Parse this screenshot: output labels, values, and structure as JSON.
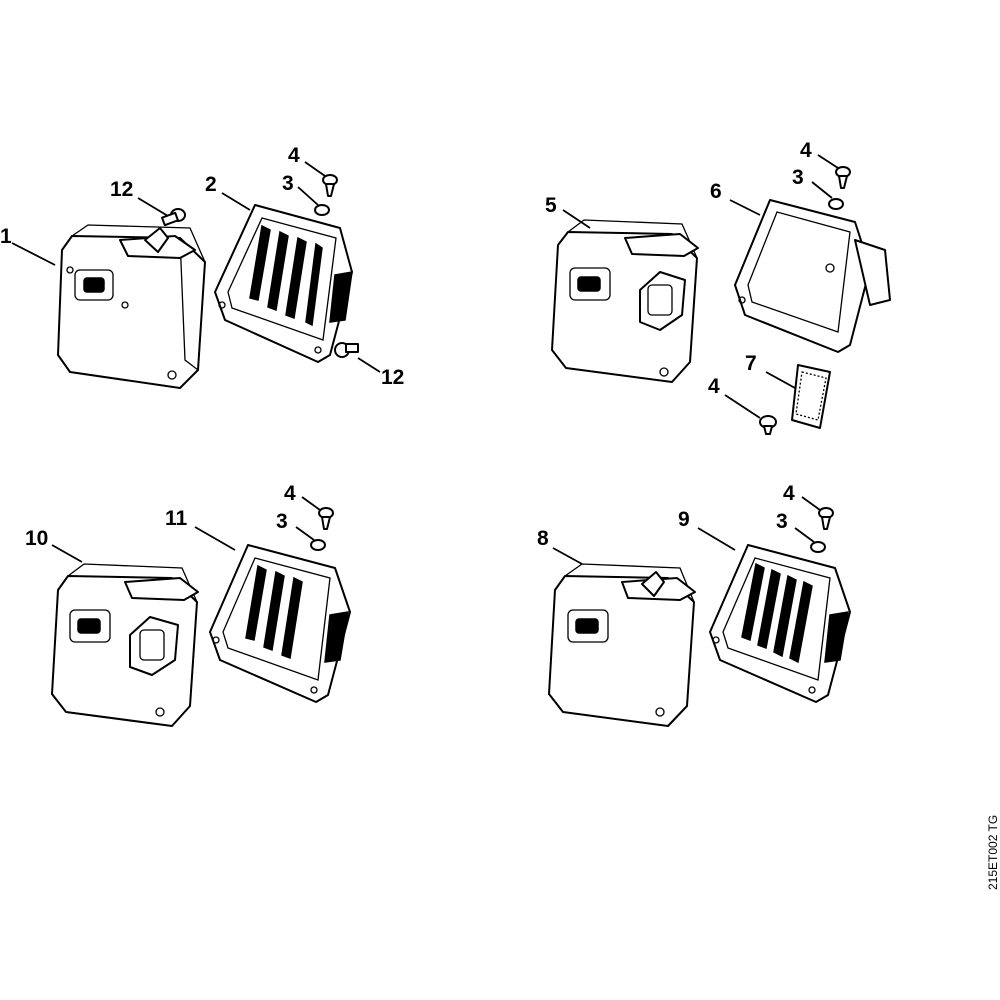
{
  "drawing_ref": "215ET002 TG",
  "callouts": {
    "c1": "1",
    "c2": "2",
    "c3a": "3",
    "c4a": "4",
    "c12a": "12",
    "c12b": "12",
    "c5": "5",
    "c6": "6",
    "c3b": "3",
    "c4b": "4",
    "c7": "7",
    "c4c": "4",
    "c10": "10",
    "c11": "11",
    "c3c": "3",
    "c4d": "4",
    "c8": "8",
    "c9": "9",
    "c3d": "3",
    "c4e": "4"
  }
}
